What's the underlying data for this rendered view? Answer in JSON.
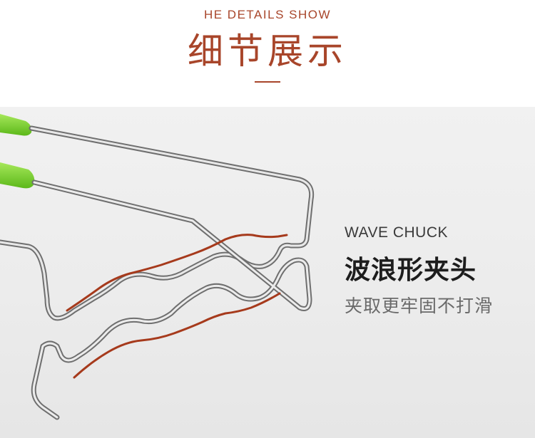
{
  "header": {
    "subtitle": "HE DETAILS SHOW",
    "title": "细节展示"
  },
  "caption": {
    "english": "WAVE CHUCK",
    "chinese": "波浪形夹头",
    "description": "夹取更牢固不打滑"
  },
  "colors": {
    "accent": "#a8452a",
    "handle_green": "#7ed321",
    "wave_highlight": "#a63a1c",
    "steel": "#9a9a9a"
  }
}
